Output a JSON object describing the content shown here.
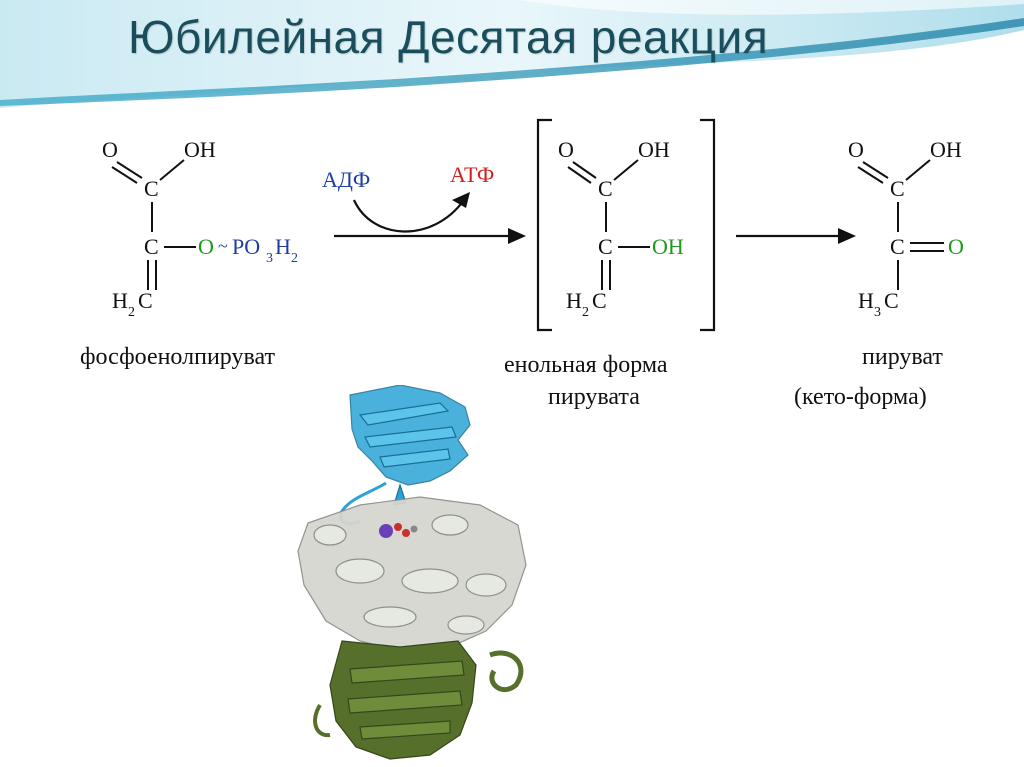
{
  "slide": {
    "title": "Юбилейная Десятая реакция"
  },
  "reaction": {
    "reactant": {
      "name": "фосфоенолпируват",
      "atoms": {
        "o_top": "O",
        "oh": "OH",
        "c1": "C",
        "c2": "C",
        "o_green": "O",
        "tilde": "~",
        "po3h2_main": "PO",
        "po3h2_sub1": "3",
        "po3h2_h": "H",
        "po3h2_sub2": "2",
        "h2c_h": "H",
        "h2c_sub": "2",
        "h2c_c": "C"
      }
    },
    "cofactor_in": "АДФ",
    "cofactor_out": "АТФ",
    "intermediate": {
      "name_line1": "енольная форма",
      "name_line2": "пирувата",
      "atoms": {
        "o_top": "O",
        "oh": "OH",
        "c1": "C",
        "c2": "C",
        "oh_green": "OH",
        "h2c_h": "H",
        "h2c_sub": "2",
        "h2c_c": "C"
      }
    },
    "product": {
      "name_line1": "пируват",
      "name_line2": "(кето-форма)",
      "atoms": {
        "o_top": "O",
        "oh": "OH",
        "c1": "C",
        "c2": "C",
        "o_green": "O",
        "h3c_h": "H",
        "h3c_sub": "3",
        "h3c_c": "C"
      }
    }
  },
  "colors": {
    "title": "#1a4e5c",
    "adp": "#1f3fa0",
    "atp": "#d42020",
    "oxygen_green": "#1e9a1e",
    "po3_blue": "#1f3fa0",
    "protein_top": "#2ba3d6",
    "protein_mid": "#d4d6cf",
    "protein_bottom": "#56702c"
  }
}
